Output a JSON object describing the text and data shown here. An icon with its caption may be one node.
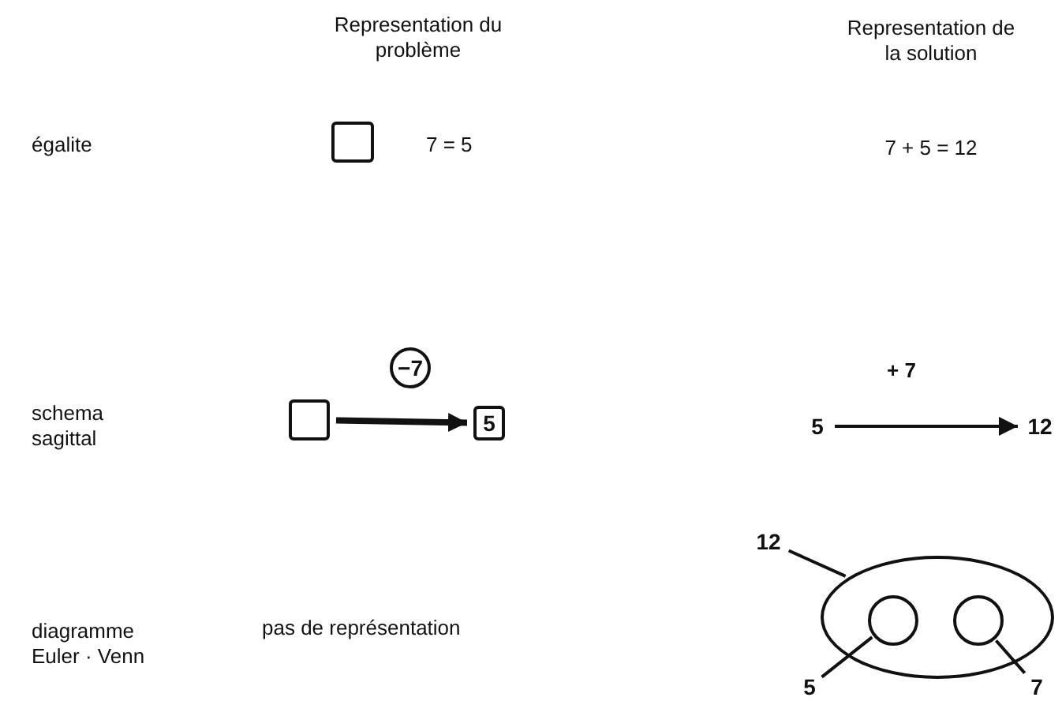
{
  "diagram": {
    "nodes": [
      {
        "text": [],
        "shape": "box"
      },
      {
        "text": [],
        "shape": "box"
      },
      {
        "text": [
          "5"
        ]
      },
      {
        "text": [
          "−7"
        ]
      },
      {
        "text": [
          "5"
        ]
      },
      {
        "text": [
          "12"
        ]
      },
      {
        "text": [
          "12"
        ]
      },
      {
        "text": [],
        "shape": "ellipse"
      },
      {
        "text": [],
        "shape": "circle",
        "in": 7
      },
      {
        "text": [],
        "shape": "circle",
        "in": 7
      },
      {
        "text": [
          "5"
        ]
      },
      {
        "text": [
          "7"
        ]
      }
    ],
    "edges": [
      {
        "from": 1,
        "to": 2,
        "arrow": "to",
        "style": "thick"
      },
      {
        "from": 4,
        "to": 5,
        "arrow": "to",
        "label": "+ 7"
      },
      {
        "from": 6,
        "to": 7,
        "arrow": "none"
      },
      {
        "from": 10,
        "to": 8,
        "arrow": "none"
      },
      {
        "from": 11,
        "to": 9,
        "arrow": "none"
      }
    ],
    "labels": [
      "Representation du problème",
      "Representation de la solution",
      "égalite",
      "7 = 5",
      "7 + 5 = 12",
      "schema sagittal",
      "diagramme Euler · Venn",
      "pas de représentation"
    ]
  }
}
